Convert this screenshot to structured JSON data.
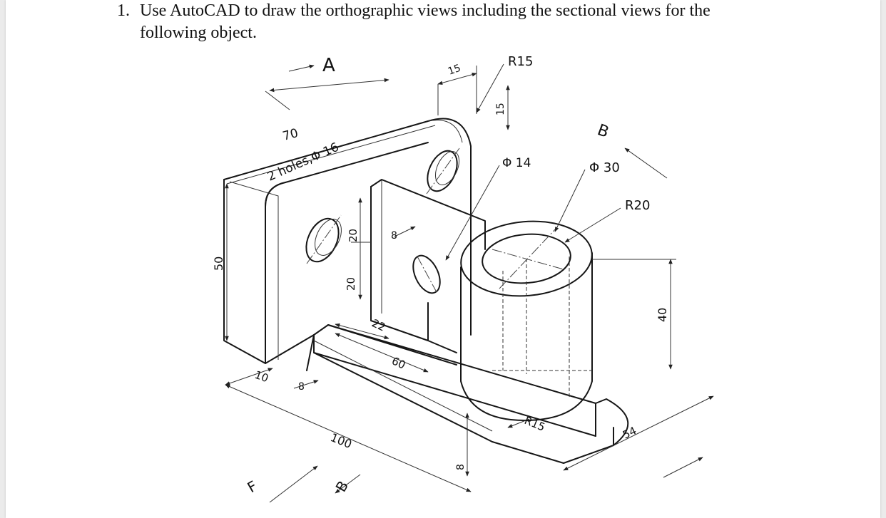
{
  "question": {
    "number": "1.",
    "text": "Use AutoCAD to draw the orthographic views including the sectional views for the following object."
  },
  "drawing": {
    "view_markers": {
      "top": "A",
      "right": "B",
      "front": "F",
      "bottom": "B"
    },
    "holes_note": "2 holes,Φ 16",
    "dimensions": {
      "upright_length": "70",
      "radius_top": "R15",
      "width_top": "15",
      "height_top": "15",
      "hole_diameter": "Φ 14",
      "boss_outer": "Φ 30",
      "base_radius_right": "R20",
      "overall_height": "50",
      "boss_height": "40",
      "upright_thickness": "10",
      "base_thickness_left": "8",
      "slot_width": "8",
      "rib_h1": "20",
      "rib_h2": "20",
      "slot_len": "22",
      "base_depth": "60",
      "base_length": "100",
      "base_thickness": "8",
      "corner_radius": "R15",
      "base_width": "54"
    }
  }
}
